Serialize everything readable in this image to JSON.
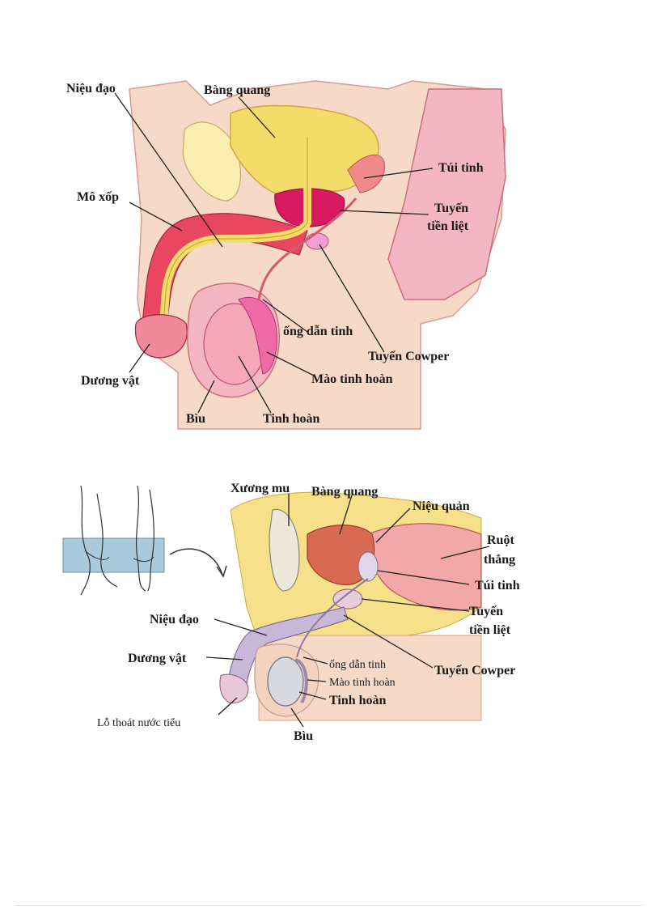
{
  "diagram_top": {
    "labels": {
      "urethra": "Niệu đạo",
      "bladder": "Bàng quang",
      "seminal_vesicle": "Túi tinh",
      "spongy_tissue": "Mô xốp",
      "prostate": "Tuyến tiền liệt",
      "vas_deferens": "ống dẫn tinh",
      "cowper": "Tuyến Cowper",
      "epididymis": "Mào tinh hoàn",
      "penis": "Dương vật",
      "scrotum": "Bìu",
      "testis": "Tinh hoàn"
    },
    "prostate_line1": "Tuyến",
    "prostate_line2": "tiền liệt"
  },
  "diagram_bottom": {
    "labels": {
      "pubic_bone": "Xương mu",
      "bladder": "Bàng quang",
      "ureter": "Niệu quản",
      "rectum_line1": "Ruột",
      "rectum_line2": "thẳng",
      "seminal_vesicle": "Túi tinh",
      "prostate_line1": "Tuyến",
      "prostate_line2": "tiền liệt",
      "urethra": "Niệu đạo",
      "penis": "Dương vật",
      "cowper": "Tuyến Cowper",
      "vas_deferens": "ống dẫn tinh",
      "epididymis": "Mào tinh hoàn",
      "testis": "Tinh hoàn",
      "urethral_opening": "Lỗ thoát nước tiểu",
      "scrotum": "Bìu"
    }
  },
  "colors": {
    "skin": "#f7d9c8",
    "pink": "#f4b6c2",
    "red": "#e8475f",
    "yellow": "#f4dc6a",
    "magenta": "#d81b60",
    "bone": "#ece7d8"
  }
}
